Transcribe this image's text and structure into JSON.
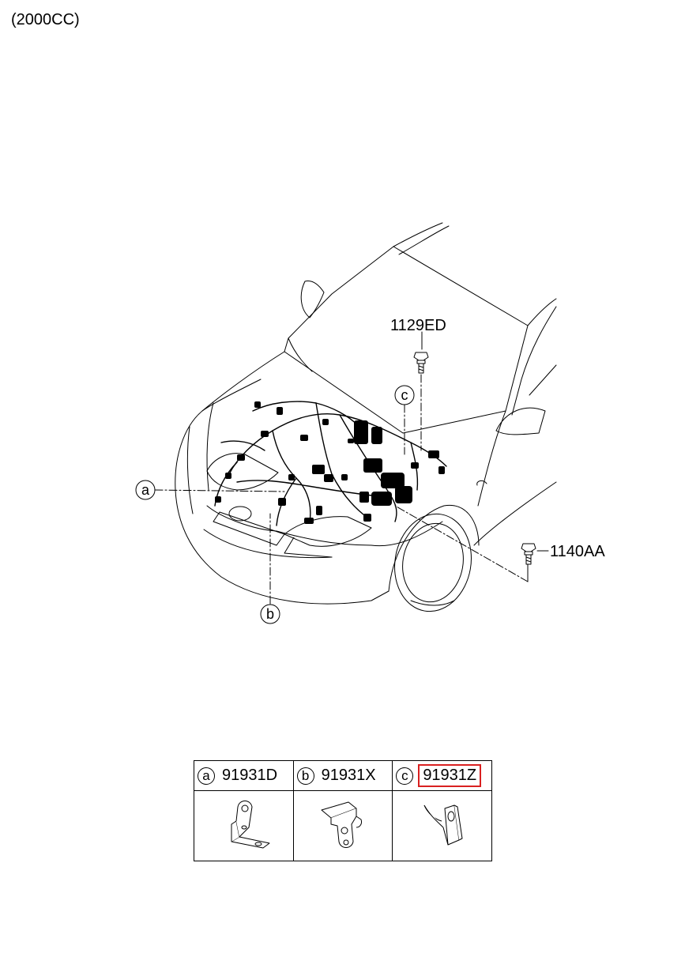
{
  "header": {
    "engine_note": "(2000CC)"
  },
  "callouts": {
    "bolt_top": "1129ED",
    "bolt_right": "1140AA",
    "letter_a": "a",
    "letter_b": "b",
    "letter_c": "c"
  },
  "parts_table": {
    "columns": [
      {
        "letter": "a",
        "part_number": "91931D",
        "highlighted": false
      },
      {
        "letter": "b",
        "part_number": "91931X",
        "highlighted": false
      },
      {
        "letter": "c",
        "part_number": "91931Z",
        "highlighted": true
      }
    ],
    "highlight_color": "#d92020"
  }
}
